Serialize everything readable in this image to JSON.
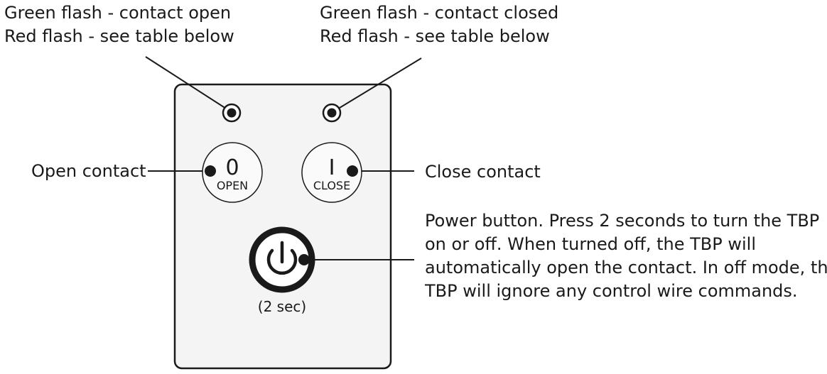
{
  "callouts": {
    "top_left": [
      "Green flash - contact open",
      "Red flash - see table below"
    ],
    "top_right": [
      "Green flash - contact closed",
      "Red flash - see table below"
    ],
    "open": "Open contact",
    "close": "Close contact",
    "power": [
      "Power button. Press 2 seconds to turn the TBP",
      "on or off. When turned off, the TBP will",
      "automatically open the contact. In off mode, the",
      "TBP will ignore any control wire commands."
    ]
  },
  "device": {
    "open_button": {
      "symbol": "0",
      "label": "OPEN"
    },
    "close_button": {
      "symbol": "I",
      "label": "CLOSE"
    },
    "power_button": {
      "icon": "power-icon",
      "label": "(2 sec)"
    }
  },
  "colors": {
    "ink": "#1a1a1a",
    "panel_fill": "#f4f4f4",
    "button_fill": "#fafafa"
  }
}
